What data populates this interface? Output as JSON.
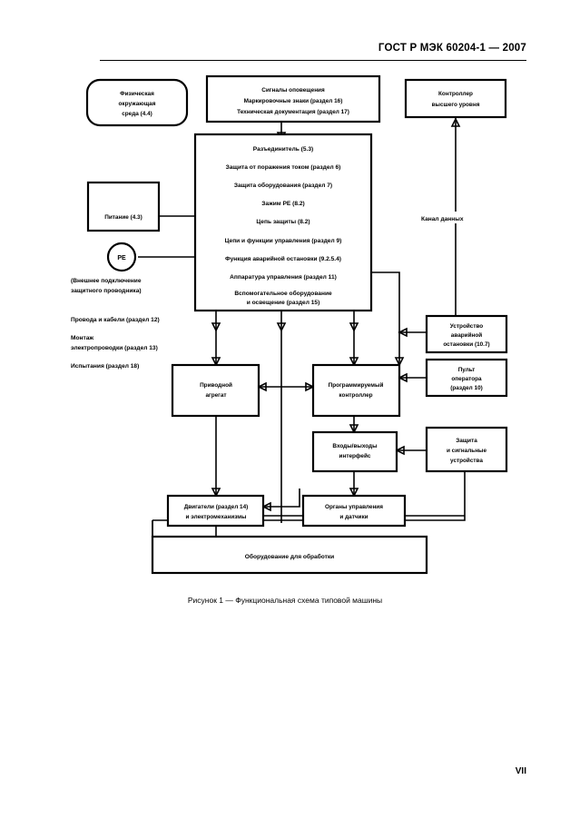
{
  "document": {
    "standard_header": "ГОСТ Р МЭК 60204-1 — 2007",
    "page_number": "VII",
    "figure_caption": "Рисунок 1 — Функциональная схема типовой машины"
  },
  "diagram": {
    "environment_box": {
      "name": "physical-environment",
      "lines": [
        "Физическая",
        "окружающая",
        "среда (4.4)"
      ]
    },
    "signals_box": {
      "name": "warning-signals",
      "lines": [
        "Сигналы оповещения",
        "Маркировочные знаки (раздел 16)",
        "Техническая документация (раздел 17)"
      ]
    },
    "supervisory_box": {
      "name": "supervisory-controller",
      "lines": [
        "Контроллер",
        "высшего уровня"
      ]
    },
    "supply_box": {
      "name": "power-supply",
      "lines": [
        "Питание (4.3)"
      ]
    },
    "pe_node": {
      "name": "pe-terminal",
      "label": "PE",
      "note_lines": [
        "(Внешнее подключение",
        "защитного проводника)"
      ]
    },
    "central_box": {
      "name": "electrical-equipment",
      "lines": [
        "Разъединитель (5.3)",
        "Защита от поражения током (раздел 6)",
        "Защита оборудования (раздел 7)",
        "Зажим PE (8.2)",
        "Цепь защиты (8.2)",
        "Цепи и функции управления (раздел 9)",
        "Функция аварийной остановки (9.2.5.4)",
        "Аппаратура управления (раздел 11)",
        "Вспомогательное оборудование",
        "и освещение (раздел 15)"
      ]
    },
    "side_labels": [
      "Провода и кабели (раздел 12)",
      "Монтаж",
      "электропроводки (раздел 13)",
      "Испытания (раздел 18)"
    ],
    "data_link_label": "Канал данных",
    "drive_box": {
      "name": "drive-unit",
      "lines": [
        "Приводной",
        "агрегат"
      ]
    },
    "plc_box": {
      "name": "programmable-controller",
      "lines": [
        "Программируемый",
        "контроллер"
      ]
    },
    "estop_box": {
      "name": "emergency-stop-device",
      "lines": [
        "Устройство",
        "аварийной",
        "остановки (10.7)"
      ]
    },
    "operator_box": {
      "name": "operator-panel",
      "lines": [
        "Пульт",
        "оператора",
        "(раздел 10)"
      ]
    },
    "io_box": {
      "name": "io-interface",
      "lines": [
        "Входы/выходы",
        "интерфейс"
      ]
    },
    "protection_box": {
      "name": "protection-signal-devices",
      "lines": [
        "Защита",
        "и сигнальные",
        "устройства"
      ]
    },
    "motors_box": {
      "name": "motors-electromechanisms",
      "lines": [
        "Двигатели (раздел 14)",
        "и электромеханизмы"
      ]
    },
    "actuators_box": {
      "name": "controls-sensors",
      "lines": [
        "Органы управления",
        "и датчики"
      ]
    },
    "process_box": {
      "name": "processing-equipment",
      "lines": [
        "Оборудование для обработки"
      ]
    }
  }
}
